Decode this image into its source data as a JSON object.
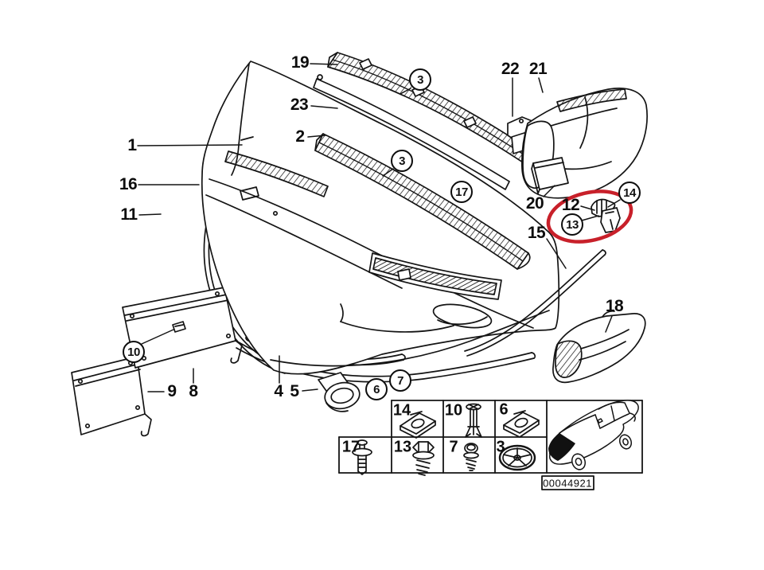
{
  "diagram": {
    "background": "#ffffff",
    "ink": "#141414",
    "highlight_color": "#c8202a",
    "code": "00044921"
  },
  "callouts": {
    "p1": "1",
    "p2": "2",
    "p4": "4",
    "p5": "5",
    "p8": "8",
    "p9": "9",
    "p11": "11",
    "p12": "12",
    "p15": "15",
    "p16": "16",
    "p18": "18",
    "p19": "19",
    "p20": "20",
    "p21": "21",
    "p22": "22",
    "p23": "23",
    "c3a": "3",
    "c3b": "3",
    "c6": "6",
    "c7": "7",
    "c10": "10",
    "c13": "13",
    "c14": "14",
    "c17": "17"
  },
  "legend": {
    "row1": [
      "14",
      "10",
      "6"
    ],
    "row2": [
      "17",
      "13",
      "7",
      "3"
    ],
    "icons": {
      "14": "speed-nut-clip",
      "10": "expanding-rivet",
      "6": "speed-nut-clip",
      "17": "expanding-rivet-large",
      "13": "hex-screw-with-washer",
      "7": "round-head-screw",
      "3": "plastic-grommet-nut"
    },
    "code": "00044921"
  }
}
